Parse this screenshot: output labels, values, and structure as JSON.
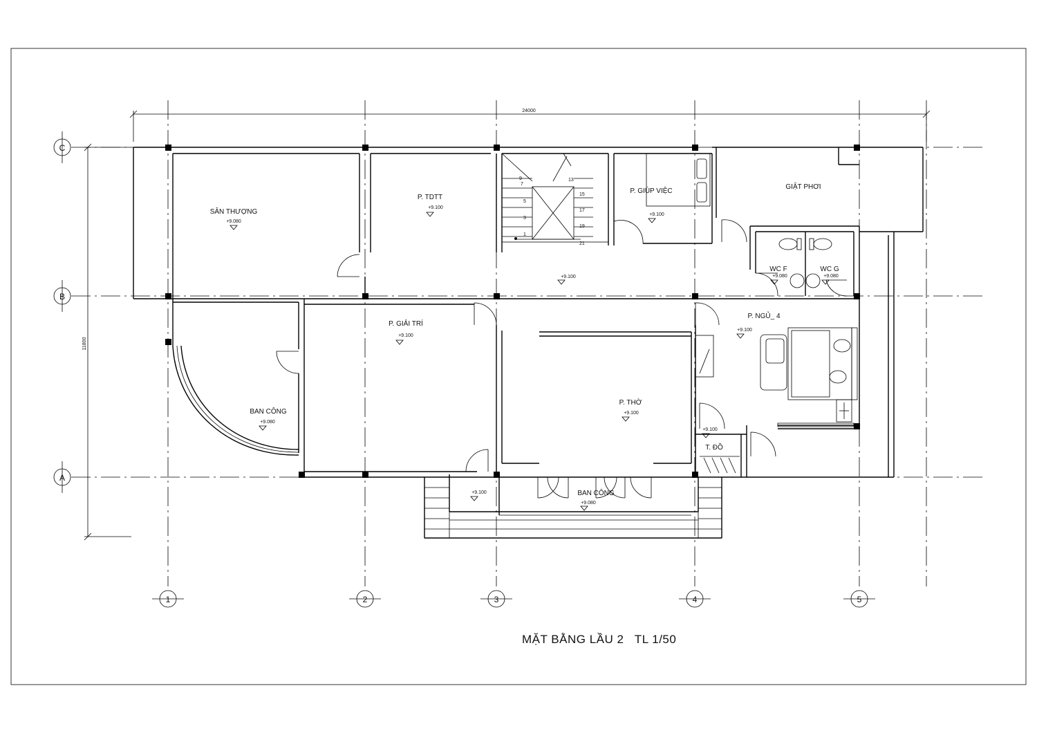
{
  "title": "MẶT BẰNG LẦU 2   TL 1/50",
  "dimensions": {
    "overall_width": "24000",
    "overall_depth": "11800"
  },
  "grid": {
    "columns": [
      "1",
      "2",
      "3",
      "4",
      "5"
    ],
    "rows": [
      "C",
      "B",
      "A"
    ]
  },
  "rooms": [
    {
      "name": "SÂN THƯỢNG",
      "level": "+9.080"
    },
    {
      "name": "P. TDTT",
      "level": "+9.100"
    },
    {
      "name": "P. GIÚP VIỆC",
      "level": "+9.100"
    },
    {
      "name": "GIẶT PHƠI",
      "level": ""
    },
    {
      "name": "WC F",
      "level": "+9.080"
    },
    {
      "name": "WC G",
      "level": "+9.080"
    },
    {
      "name": "",
      "level": "+9.100"
    },
    {
      "name": "P. GIẢI TRÍ",
      "level": "+9.100"
    },
    {
      "name": "P. NGỦ_ 4",
      "level": "+9.100"
    },
    {
      "name": "BAN CÔNG",
      "level": "+9.080"
    },
    {
      "name": "P. THỜ",
      "level": "+9.100"
    },
    {
      "name": "T. ĐỒ",
      "level": "+9.100"
    },
    {
      "name": "",
      "level": "+9.100"
    },
    {
      "name": "BAN CÔNG",
      "level": "+9.080"
    }
  ],
  "stair_steps": [
    "9",
    "7",
    "5",
    "3",
    "1",
    "13",
    "15",
    "17",
    "19",
    "21"
  ]
}
